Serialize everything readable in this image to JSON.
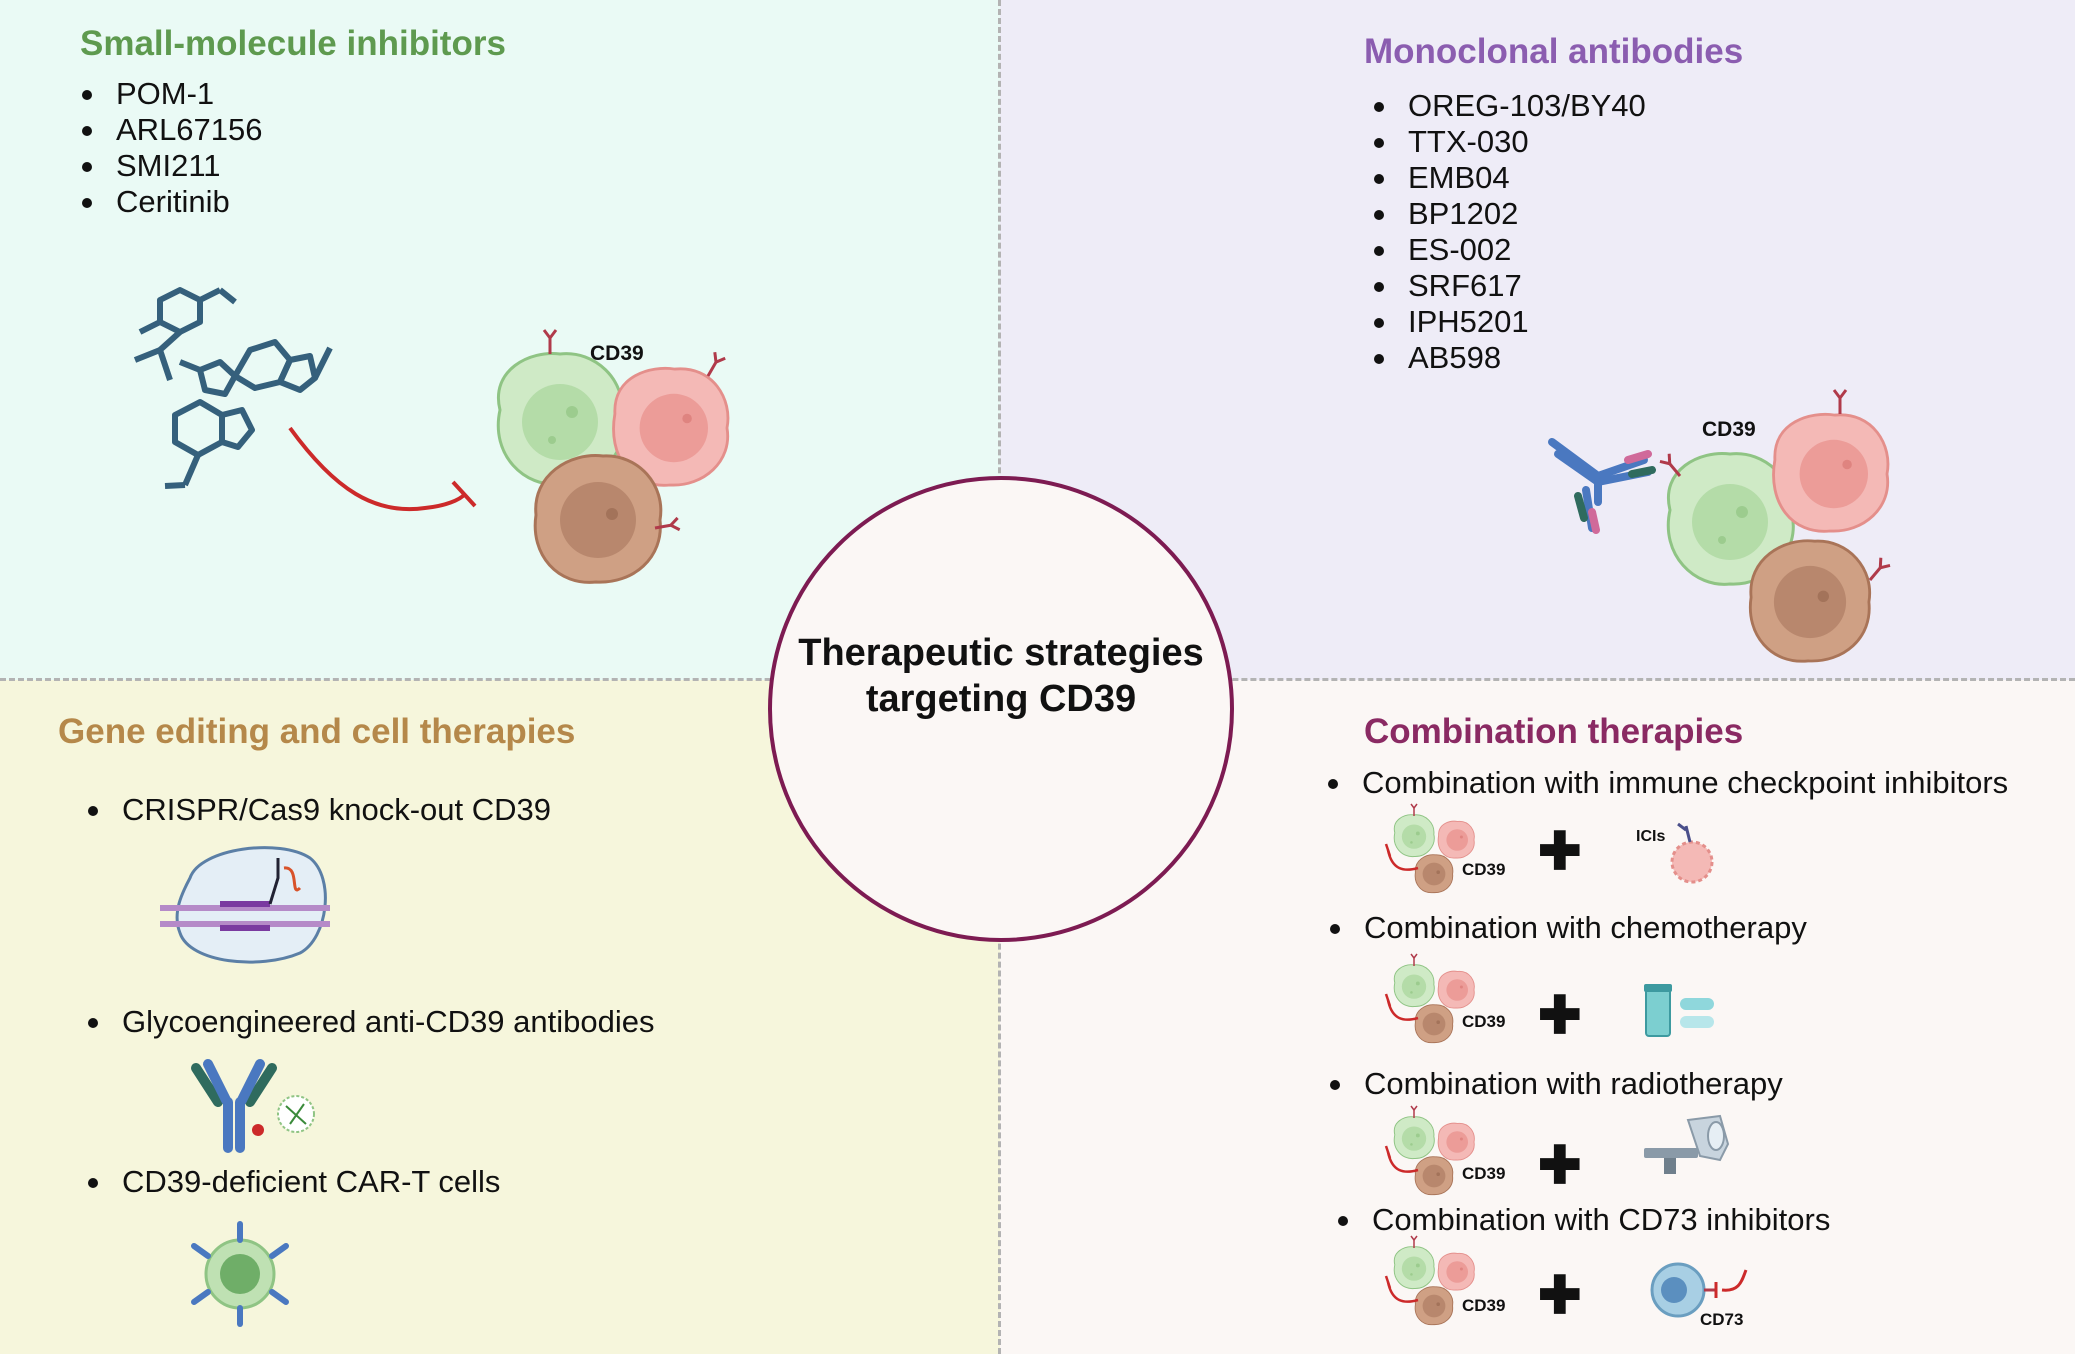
{
  "center_title": [
    "Therapeutic strategies",
    "targeting CD39"
  ],
  "colors": {
    "small_molecule": "#5e9a4f",
    "monoclonal": "#8b5db0",
    "gene_editing": "#b5884a",
    "combination": "#8a2a63",
    "circle_border": "#7d1b52",
    "inhibition": "#cc2a2a"
  },
  "small_molecule": {
    "title": "Small-molecule inhibitors",
    "items": [
      "POM-1",
      "ARL67156",
      "SMI211",
      "Ceritinib"
    ],
    "cell_label": "CD39"
  },
  "monoclonal": {
    "title": "Monoclonal antibodies",
    "items": [
      "OREG-103/BY40",
      "TTX-030",
      "EMB04",
      "BP1202",
      "ES-002",
      "SRF617",
      "IPH5201",
      "AB598"
    ],
    "cell_label": "CD39"
  },
  "gene_editing": {
    "title": "Gene editing and cell therapies",
    "items": [
      "CRISPR/Cas9 knock-out CD39",
      "Glycoengineered anti-CD39 antibodies",
      "CD39-deficient CAR-T cells"
    ],
    "icons": [
      "crispr-cas9-icon",
      "glycoengineered-antibody-icon",
      "car-t-cell-icon"
    ]
  },
  "combination": {
    "title": "Combination therapies",
    "items": [
      {
        "label": "Combination with immune checkpoint inhibitors",
        "cell_label": "CD39",
        "partner_label": "ICIs",
        "partner_icon": "immune-checkpoint-inhibitor-icon"
      },
      {
        "label": "Combination with chemotherapy",
        "cell_label": "CD39",
        "partner_label": "",
        "partner_icon": "chemotherapy-pills-icon"
      },
      {
        "label": "Combination with radiotherapy",
        "cell_label": "CD39",
        "partner_label": "",
        "partner_icon": "radiotherapy-machine-icon"
      },
      {
        "label": "Combination with CD73 inhibitors",
        "cell_label": "CD39",
        "partner_label": "CD73",
        "partner_icon": "cd73-inhibitor-icon"
      }
    ]
  }
}
